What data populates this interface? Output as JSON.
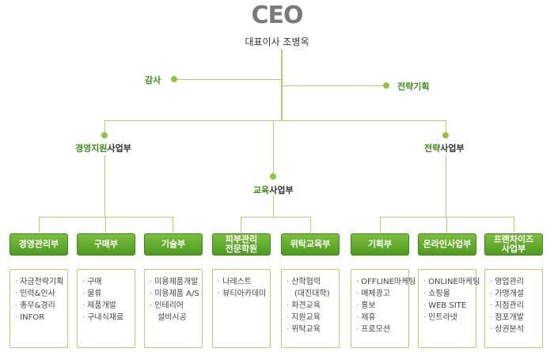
{
  "ceo": {
    "title": "CEO",
    "name": "대표이사 조병옥"
  },
  "side": {
    "audit": "감사",
    "strategy_plan": "전략기획"
  },
  "divisions": {
    "management": {
      "prefix": "경영지원",
      "suffix": "사업부"
    },
    "education": {
      "prefix": "교육",
      "suffix": "사업부"
    },
    "strategy": {
      "prefix": "전략",
      "suffix": "사업부"
    }
  },
  "departments": [
    {
      "label": "경영관리부",
      "items": [
        "자금전략기획",
        "인력&인사",
        "총무&경리",
        "INFOR"
      ]
    },
    {
      "label": "구매부",
      "items": [
        "구매",
        "물류",
        "제품개발",
        "구내식재료"
      ]
    },
    {
      "label": "기술부",
      "items": [
        "미용제품개발",
        "미용제품 A/S",
        "인테리어",
        "설비시공"
      ]
    },
    {
      "label": "피부관리\n전문학원",
      "items": [
        "나레스트",
        "뷰티아카데미"
      ]
    },
    {
      "label": "위탁교육부",
      "items": [
        "산학협력",
        "(대진대학)",
        "파견교육",
        "지원교육",
        "위탁교육"
      ]
    },
    {
      "label": "기획부",
      "items": [
        "OFFLINE마케팅",
        "매체광고",
        "홍보",
        "제휴",
        "프로모션"
      ]
    },
    {
      "label": "온라인사업부",
      "items": [
        "ONLINE마케팅",
        "쇼핑몰",
        "WEB SITE",
        "인트라넷"
      ]
    },
    {
      "label": "프랜차이즈\n사업부",
      "items": [
        "영업관리",
        "가맹개설",
        "지점관리",
        "점포개발",
        "상권분석"
      ]
    }
  ],
  "colors": {
    "line": "#a9d46f",
    "dot": "#8ec63f",
    "dept_top": "#7bbf3e",
    "dept_bottom": "#4e9a1f",
    "accent_text": "#3e8e1a"
  }
}
